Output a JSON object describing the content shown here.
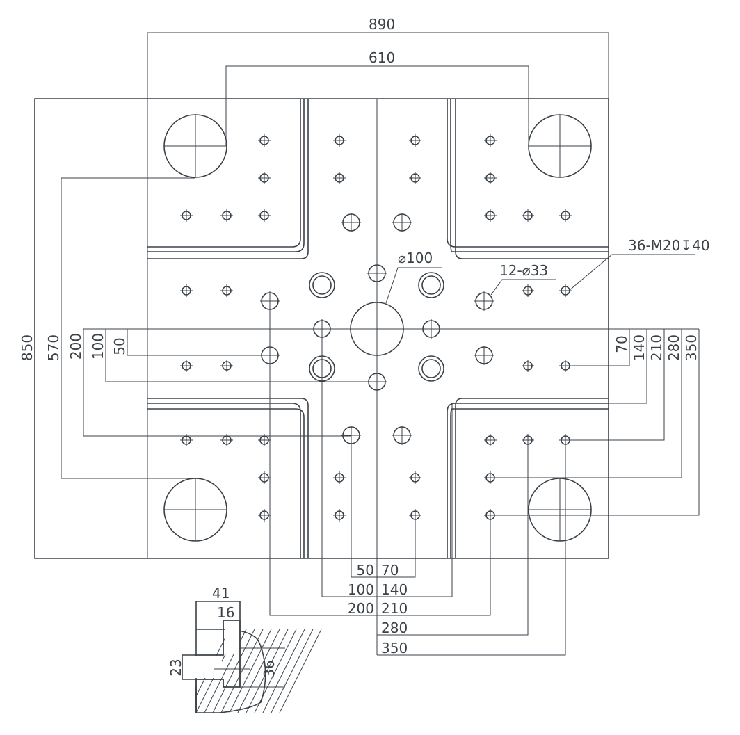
{
  "dimensions": {
    "overall_width": "890",
    "tie_bar_h": "610",
    "overall_height": "850",
    "tie_bar_v": "570",
    "left": [
      "200",
      "100",
      "50"
    ],
    "right": [
      "70",
      "140",
      "210",
      "280",
      "350"
    ],
    "bottom_left": [
      "50",
      "100",
      "200"
    ],
    "bottom_right": [
      "70",
      "140",
      "210",
      "280",
      "350"
    ]
  },
  "annotations": {
    "center_hole": "⌀100",
    "medium_holes": "12-⌀33",
    "threaded_holes": "36-M20↧40"
  },
  "section_detail": {
    "width": "41",
    "inner": "16",
    "slot": "23",
    "height": "36"
  },
  "colors": {
    "line": "#3a4248"
  }
}
